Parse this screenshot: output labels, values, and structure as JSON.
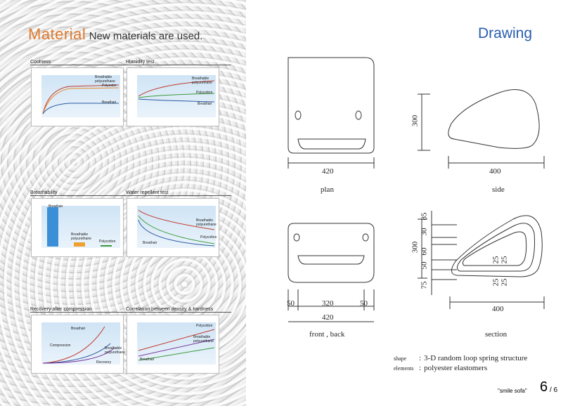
{
  "left": {
    "title": "Material",
    "subtitle": "New materials are used.",
    "panels": {
      "coolness": {
        "title": "Coolness",
        "curve_a": "Breathable polyurethane",
        "curve_b": "Polyester",
        "curve_c": "Breathair"
      },
      "humidity": {
        "title": "Humidity test",
        "curve_a": "Breathable polyurethane",
        "curve_b": "Polycotton",
        "curve_c": "Breathair"
      },
      "breathability": {
        "title": "Breathability",
        "bar_a": "Breathair",
        "bar_b": "Breathable polyurethane",
        "bar_c": "Polycotton"
      },
      "water": {
        "title": "Water repellent test",
        "curve_a": "Breathable polyurethane",
        "curve_b": "Polycotton",
        "curve_c": "Breathair"
      },
      "recovery": {
        "title": "Recovery after compression",
        "label_a": "Breathair",
        "label_b": "Compression",
        "label_c": "Breathable polyurethane",
        "label_d": "Recovery"
      },
      "density": {
        "title": "Correlation between density & hardness",
        "label_a": "Polycotton",
        "label_b": "Breathable polyurethane",
        "label_c": "Breathair"
      }
    }
  },
  "right": {
    "title": "Drawing",
    "views": {
      "plan": {
        "caption": "plan",
        "width": "420"
      },
      "side": {
        "caption": "side",
        "width": "400",
        "height": "300"
      },
      "front": {
        "caption": "front , back",
        "left": "50",
        "mid": "320",
        "right": "50",
        "width": "420"
      },
      "section": {
        "caption": "section",
        "width": "400",
        "height": "300",
        "d85": "85",
        "d30": "30",
        "d60": "60",
        "d50": "50",
        "d75": "75",
        "d25a": "25",
        "d25b": "25",
        "d25c": "25",
        "d25d": "25"
      }
    },
    "spec": {
      "shape_label": "shape",
      "shape_sep": ":",
      "shape_value": "3-D random loop spring structure",
      "elements_label": "elements",
      "elements_sep": ":",
      "elements_value": "polyester elastomers"
    },
    "footer": {
      "name": "\"smile sofa\"",
      "page": "6",
      "total": "/ 6"
    }
  }
}
